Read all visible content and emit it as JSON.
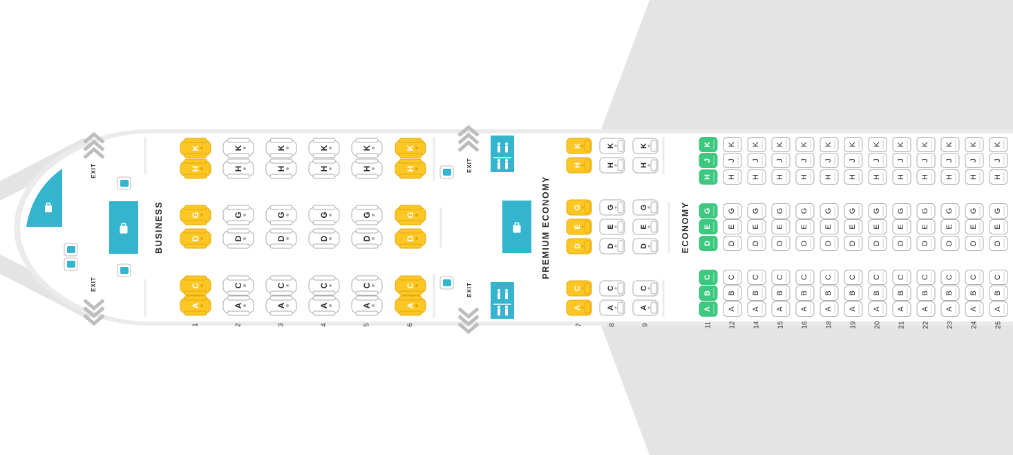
{
  "colors": {
    "wing": "#e4e4e4",
    "fuselage": "#ffffff",
    "outline": "#ebebeb",
    "facility": "#35b5cd",
    "highlight": "#fcc624",
    "highlight_dark": "#e3a80c",
    "economy_highlight": "#3ec87f",
    "seat_outline": "#a9a9a9",
    "exit_arrow": "#bdbdbd",
    "text": "#2b2b2b"
  },
  "sections": {
    "business": "BUSINESS",
    "premium": "PREMIUM ECONOMY",
    "economy": "ECONOMY"
  },
  "exit_label": "EXIT",
  "icons": {
    "galley": "galley-icon",
    "closet": "closet-icon",
    "lavatory": "lavatory-icon",
    "exit": "exit-chevron-icon"
  },
  "business": {
    "rows": [
      "1",
      "2",
      "3",
      "4",
      "5",
      "6"
    ],
    "top_seats": [
      "K",
      "H"
    ],
    "middle_seats": [
      "G",
      "D"
    ],
    "bottom_seats": [
      "C",
      "A"
    ],
    "highlighted_rows": [
      "1",
      "6"
    ]
  },
  "premium": {
    "rows": [
      "7",
      "8",
      "9"
    ],
    "top_seats": [
      "K",
      "H"
    ],
    "middle_seats": [
      "G",
      "E",
      "D"
    ],
    "bottom_seats": [
      "C",
      "A"
    ],
    "highlighted_rows": [
      "7"
    ]
  },
  "economy": {
    "rows": [
      "11",
      "12",
      "14",
      "15",
      "16",
      "18",
      "19",
      "20",
      "21",
      "22",
      "23",
      "24",
      "25"
    ],
    "top_seats": [
      "K",
      "J",
      "H"
    ],
    "middle_seats": [
      "G",
      "E",
      "D"
    ],
    "bottom_seats": [
      "C",
      "B",
      "A"
    ],
    "highlighted_rows": [
      "11"
    ]
  }
}
